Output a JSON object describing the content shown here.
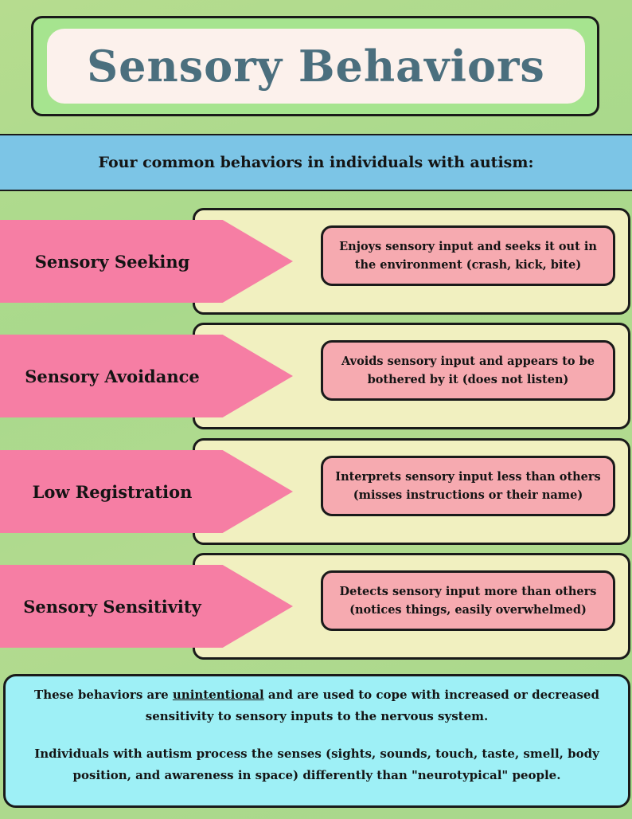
{
  "title": "Sensory Behaviors",
  "subtitle": "Four common behaviors in individuals with autism:",
  "behaviors": [
    {
      "name": "Sensory Seeking",
      "description": "Enjoys sensory input and seeks it out in the environment (crash, kick, bite)"
    },
    {
      "name": "Sensory Avoidance",
      "description": "Avoids sensory input and appears to be bothered by it (does not listen)"
    },
    {
      "name": "Low Registration",
      "description": "Interprets sensory input less than others (misses instructions or their name)"
    },
    {
      "name": "Sensory Sensitivity",
      "description": "Detects sensory input more than others (notices things, easily overwhelmed)"
    }
  ],
  "footer": {
    "p1_before": "These behaviors are ",
    "p1_underlined": "unintentional",
    "p1_after": " and are used to cope with increased or decreased sensitivity to sensory inputs to the nervous system.",
    "p2": "Individuals with autism process the senses (sights, sounds, touch, taste, smell, body position, and awareness in space) differently than \"neurotypical\" people."
  },
  "colors": {
    "background": "#b2da8f",
    "title_text": "#4b6f7e",
    "banner": "#7cc5e6",
    "arrow": "#f67ea4",
    "card": "#f1f0c0",
    "desc_box": "#f6aab0",
    "footer": "#9ef0f6"
  }
}
